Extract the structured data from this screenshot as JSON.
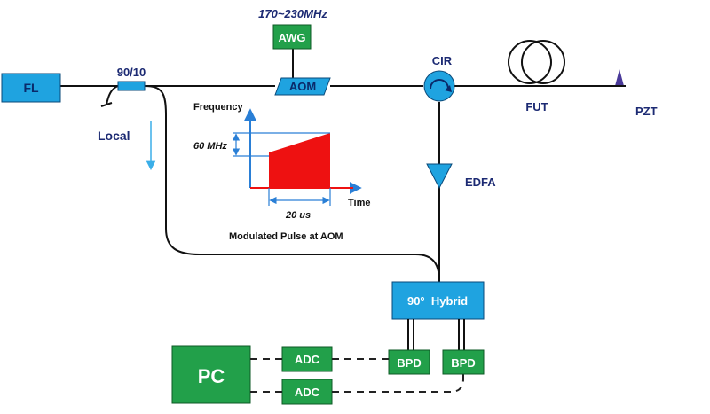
{
  "colors": {
    "fiber": "#111111",
    "cyan_box": "#1fa3e0",
    "cyan_text": "#0a2a6a",
    "green_box": "#22a04a",
    "green_text": "#ffffff",
    "navy_text": "#1c2a73",
    "pulse_red": "#ee1111",
    "axis_blue": "#2a7fd6",
    "dashed": "#222222",
    "pzt": "#4a3a9a"
  },
  "components": {
    "fl": "FL",
    "coupler": "90/10",
    "awg": "AWG",
    "aom": "AOM",
    "aom_freq": "170~230MHz",
    "cir": "CIR",
    "fut": "FUT",
    "pzt": "PZT",
    "edfa": "EDFA",
    "local": "Local",
    "hybrid": "90°  Hybrid",
    "bpd1": "BPD",
    "bpd2": "BPD",
    "adc1": "ADC",
    "adc2": "ADC",
    "pc": "PC"
  },
  "pulse_inset": {
    "y_axis_label": "Frequency",
    "x_axis_label": "Time",
    "bandwidth_label": "60 MHz",
    "duration_label": "20 us",
    "caption": "Modulated Pulse at AOM"
  }
}
